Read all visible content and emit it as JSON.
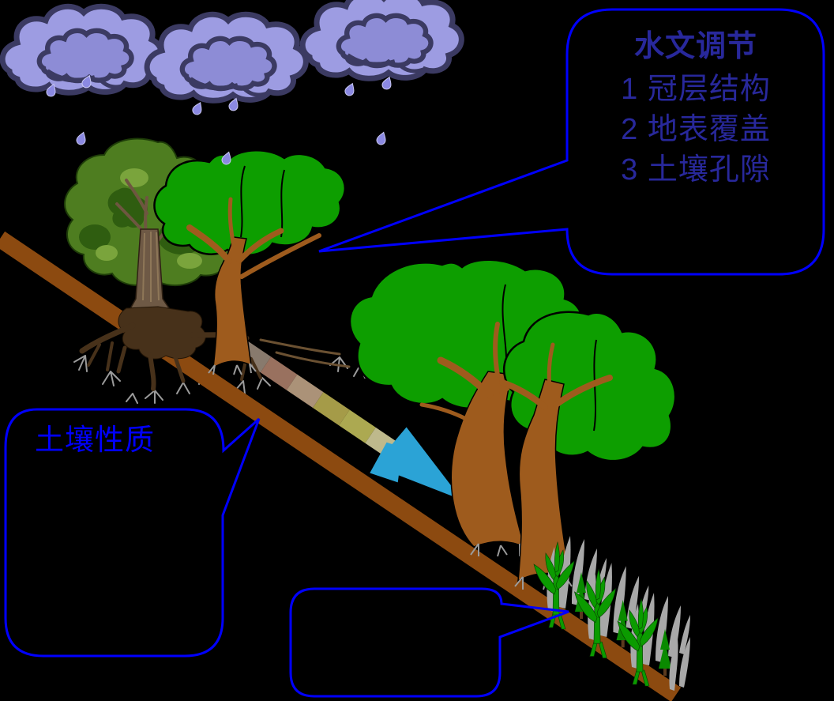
{
  "callout_hydrology": {
    "title": "水文调节",
    "items": [
      "1 冠层结构",
      "2 地表覆盖",
      "3 土壤孔隙"
    ]
  },
  "callout_soil": {
    "title": "土壤性质"
  },
  "callout_note": {
    "text": ""
  },
  "palette": {
    "background": "#000000",
    "callout_border": "#0000FF",
    "hydrology_text_color": "#28289B",
    "soil_text_color": "#0000FF",
    "cloud_fill": "#9D9CE2",
    "cloud_inner": "#8D8CD6",
    "cloud_outline": "#3B3A62",
    "rain_drop": "#8B89E2",
    "slope_brown": "#8C4A10",
    "foliage_green": "#0D9E00",
    "trunk_brown": "#9E5B1D",
    "dark_foliage": "#4E7D20",
    "dark_foliage_shadow": "#2F5D10",
    "dark_trunk": "#6E5945",
    "root_brown": "#47311A",
    "rootlet_gray": "#9B9B9B",
    "grass_gray": "#A8A8A8",
    "grass_green": "#0B9B00",
    "fir_green": "#0A8A00",
    "arrow_cyan": "#2BA3D6",
    "gradient_segments": [
      "#887A6D",
      "#99715F",
      "#AB9278",
      "#A59B48",
      "#ACA951",
      "#BEB98C"
    ]
  },
  "icons": {
    "cloud": "rain-cloud-icon",
    "raindrop": "raindrop-icon",
    "rooted_tree": "rooted-tree-icon",
    "broadleaf_tree": "broadleaf-tree-icon",
    "slope": "hillslope-band",
    "runoff_band": "soil-gradient-band",
    "arrow": "runoff-arrow-icon",
    "grass": "grass-tuft-icon",
    "callout": "speech-bubble"
  }
}
